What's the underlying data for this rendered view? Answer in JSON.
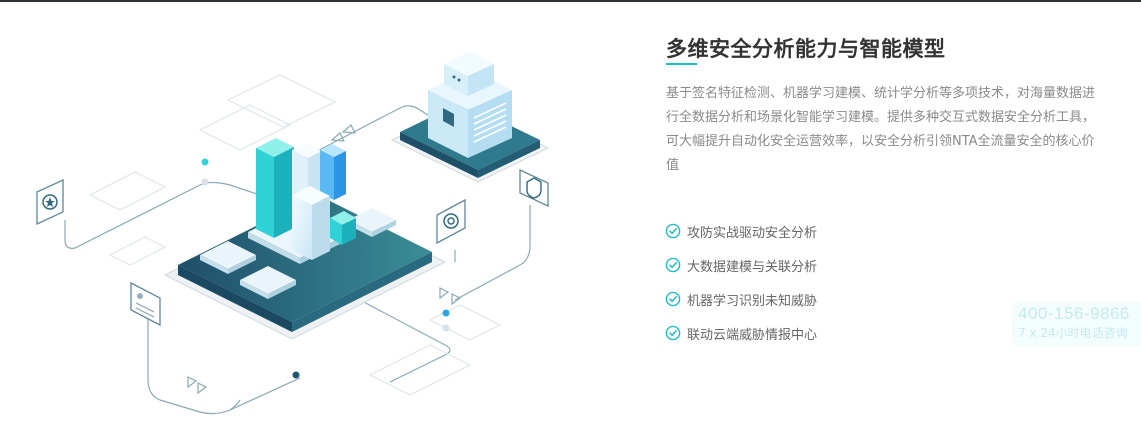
{
  "section": {
    "title": "多维安全分析能力与智能模型",
    "description": "基于签名特征检测、机器学习建模、统计学分析等多项技术，对海量数据进行全数据分析和场景化智能学习建模。提供多种交互式数据安全分析工具，可大幅提升自动化安全运营效率，以安全分析引领NTA全流量安全的核心价值",
    "features": [
      {
        "label": "攻防实战驱动安全分析",
        "icon": "check-circle-icon"
      },
      {
        "label": "大数据建模与关联分析",
        "icon": "check-circle-icon"
      },
      {
        "label": "机器学习识别未知威胁",
        "icon": "check-circle-icon"
      },
      {
        "label": "联动云端威胁情报中心",
        "icon": "check-circle-icon"
      }
    ]
  },
  "hotline": {
    "number": "400-156-9866",
    "hours": "7 x 24小时电话咨询"
  },
  "colors": {
    "accent": "#1cbdc4",
    "title": "#333333",
    "body": "#8a8a8a",
    "platform_dark": "#1f5670",
    "platform_teal": "#2f8a96"
  }
}
